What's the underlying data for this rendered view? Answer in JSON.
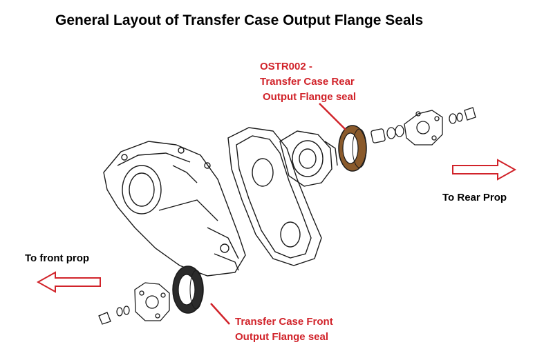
{
  "title": "General Layout of Transfer Case Output Flange Seals",
  "labels": {
    "rear_seal_line1": "OSTR002 -",
    "rear_seal_line2": "Transfer Case Rear",
    "rear_seal_line3": "Output Flange seal",
    "front_seal_line1": "Transfer Case Front",
    "front_seal_line2": "Output Flange seal",
    "to_rear": "To Rear Prop",
    "to_front": "To front prop"
  },
  "colors": {
    "accent": "#d1232a",
    "line": "#1a1a1a",
    "seal_brown": "#8a5a2b"
  }
}
